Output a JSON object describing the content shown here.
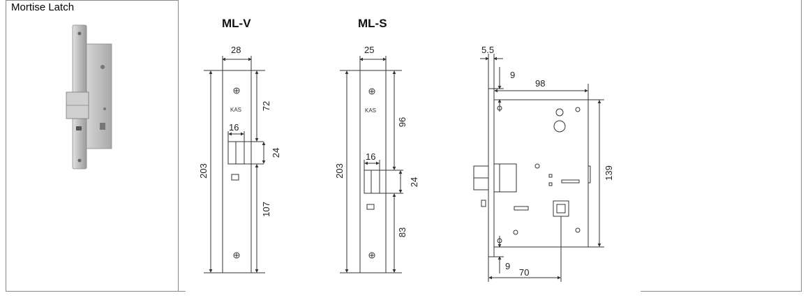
{
  "panel": {
    "title": "Mortise Latch"
  },
  "models": {
    "left": "ML-V",
    "right": "ML-S"
  },
  "brand": "KAS",
  "ml_v": {
    "width": "28",
    "top": "72",
    "latch_width": "16",
    "latch_height": "24",
    "total": "203",
    "bottom": "107"
  },
  "ml_s": {
    "width": "25",
    "top": "96",
    "latch_width": "16",
    "latch_height": "24",
    "total": "203",
    "bottom": "83"
  },
  "side": {
    "faceplate": "5.5",
    "top_offset": "9",
    "depth": "98",
    "height": "139",
    "bottom_offset": "9",
    "backset": "70"
  },
  "colors": {
    "line": "#333333",
    "photo_plate": "#bfbfbf"
  }
}
